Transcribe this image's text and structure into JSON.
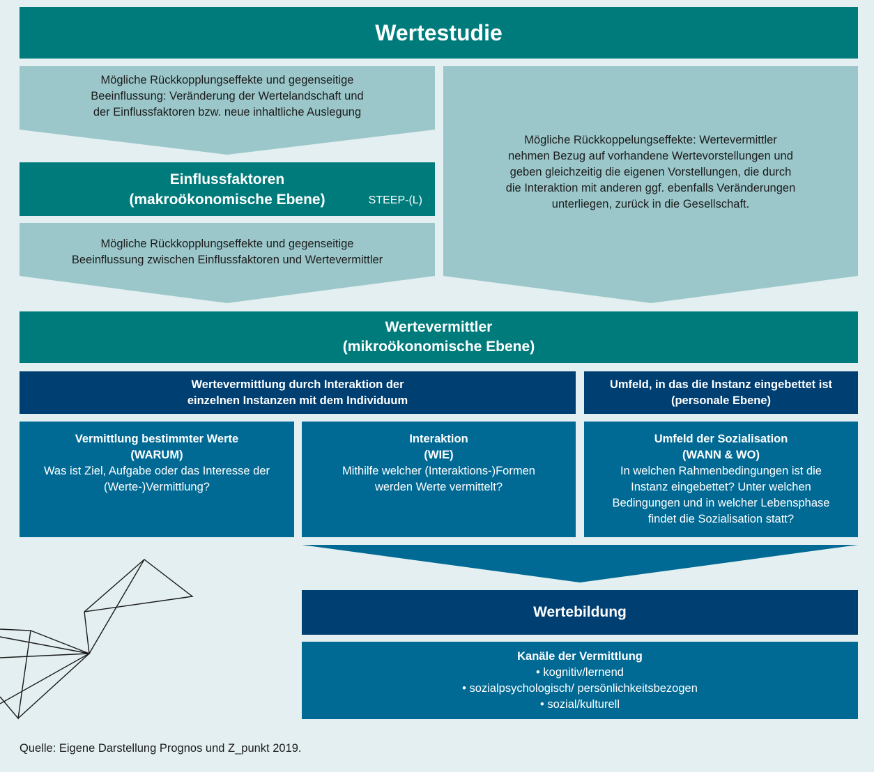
{
  "title": "Wertestudie",
  "top_arrow_left": {
    "lines": [
      "Mögliche Rückkopplungseffekte und gegenseitige",
      "Beeinflussung: Veränderung der Wertelandschaft und",
      "der Einflussfaktoren bzw. neue inhaltliche Auslegung"
    ]
  },
  "einflussfaktoren": {
    "line1": "Einflussfaktoren",
    "line2": "(makroökonomische Ebene)",
    "tag": "STEEP-(L)"
  },
  "middle_arrow_left": {
    "lines": [
      "Mögliche Rückkopplungseffekte und gegenseitige",
      "Beeinflussung zwischen Einflussfaktoren und Wertevermittler"
    ]
  },
  "right_arrow": {
    "lines": [
      "Mögliche Rückkoppelungseffekte: Wertevermittler",
      "nehmen Bezug auf vorhandene Wertevorstellungen und",
      "geben gleichzeitig die eigenen Vorstellungen, die durch",
      "die Interaktion mit anderen ggf. ebenfalls Veränderungen",
      "unterliegen, zurück in die Gesellschaft."
    ]
  },
  "wertevermittler": {
    "line1": "Wertevermittler",
    "line2": "(mikroökonomische Ebene)"
  },
  "header_interaktion": {
    "line1": "Wertevermittlung durch Interaktion der",
    "line2": "einzelnen Instanzen mit dem Individuum"
  },
  "header_umfeld": {
    "line1": "Umfeld, in das die Instanz eingebettet ist",
    "line2": "(personale Ebene)"
  },
  "cells": [
    {
      "title": "Vermittlung bestimmter Werte",
      "sub": "(WARUM)",
      "lines": [
        "Was ist Ziel, Aufgabe oder das Interesse der",
        "(Werte-)Vermittlung?"
      ]
    },
    {
      "title": "Interaktion",
      "sub": "(WIE)",
      "lines": [
        "Mithilfe welcher (Interaktions-)Formen",
        "werden Werte vermittelt?"
      ]
    },
    {
      "title": "Umfeld der Sozialisation",
      "sub": "(WANN & WO)",
      "lines": [
        "In welchen Rahmenbedingungen ist die",
        "Instanz eingebettet? Unter welchen",
        "Bedingungen und in welcher Lebensphase",
        "findet die Sozialisation statt?"
      ]
    }
  ],
  "wertebildung": "Wertebildung",
  "kanaele": {
    "title": "Kanäle der Vermittlung",
    "items": [
      "• kognitiv/lernend",
      "• sozialpsychologisch/ persönlichkeitsbezogen",
      "• sozial/kulturell"
    ]
  },
  "source": "Quelle: Eigene Darstellung Prognos und Z_punkt 2019.",
  "colors": {
    "background": "#e3eff0",
    "teal": "#007b7b",
    "light_teal": "#9bc7ca",
    "navy": "#003f72",
    "blue": "#006a95"
  }
}
